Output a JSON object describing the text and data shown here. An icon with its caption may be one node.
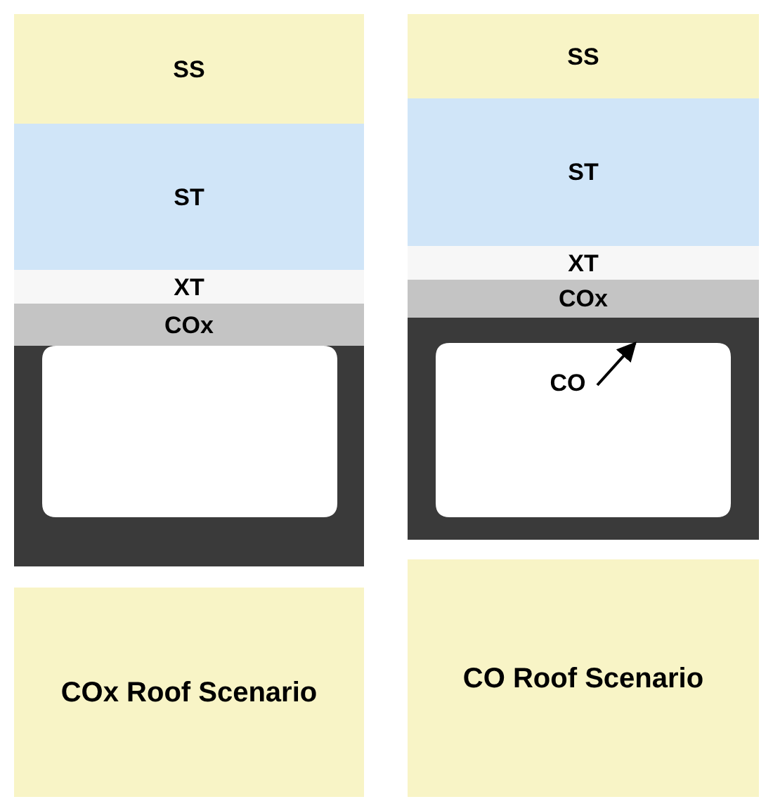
{
  "diagram": {
    "nodes": [
      {
        "text": [
          "SS"
        ]
      },
      {
        "text": [
          "ST"
        ]
      },
      {
        "text": [
          "XT"
        ]
      },
      {
        "text": [
          "COx"
        ]
      },
      {
        "text": [],
        "shape": "box"
      },
      {
        "text": [
          "COx Roof Scenario"
        ]
      },
      {
        "text": [
          "SS"
        ]
      },
      {
        "text": [
          "ST"
        ]
      },
      {
        "text": [
          "XT"
        ]
      },
      {
        "text": [
          "COx"
        ]
      },
      {
        "text": [],
        "shape": "box"
      },
      {
        "text": [
          "CO"
        ],
        "in": 10
      },
      {
        "text": [
          "CO Roof Scenario"
        ]
      }
    ],
    "edges": [
      {
        "from": 11,
        "to": 10,
        "arrow": "to"
      }
    ]
  }
}
